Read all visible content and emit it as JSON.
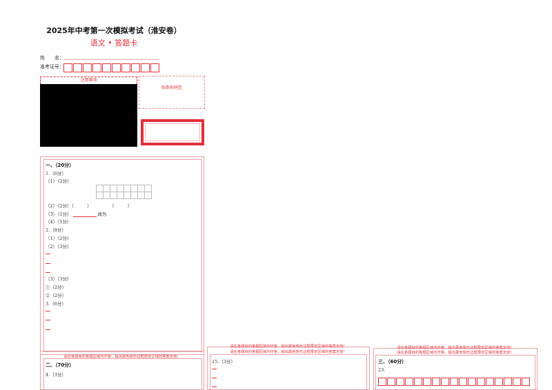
{
  "header": {
    "title": "2025年中考第一次模拟考试（淮安卷）",
    "subtitle": "语文 • 答题卡",
    "name_label": "姓　　名：",
    "id_label": "准考证号："
  },
  "notice": {
    "title": "注意事项"
  },
  "barcode": {
    "label": "贴条形码区"
  },
  "section1": {
    "head": "一、（20分）",
    "lines": {
      "q1": "1.（6分）",
      "q1_1": "（1）（2分）",
      "q1_2": "（2）（2分）（　　　）　　　　　（　　　）",
      "q1_3a": "（3）（1分）",
      "q1_3b": "改为",
      "q1_4": "（4）（1分）",
      "q2": "2.（8分）",
      "q2_1": "（1）（2分）",
      "q2_2": "（2）（3分）",
      "q2_3": "（3）（3分）",
      "q2_3a": "①（2分）",
      "q2_3b": "②（2分）",
      "q3": "3.（6分）"
    }
  },
  "warning_text": "请在各题目的答题区域内作答，超出黑色矩形边框限定区域的答案无效！",
  "section2": {
    "head": "二、（70分）",
    "q4": "4.（3分）"
  },
  "col2": {
    "q15": "15.（3分）"
  },
  "section3": {
    "head": "三、（60分）",
    "q23": "23."
  }
}
